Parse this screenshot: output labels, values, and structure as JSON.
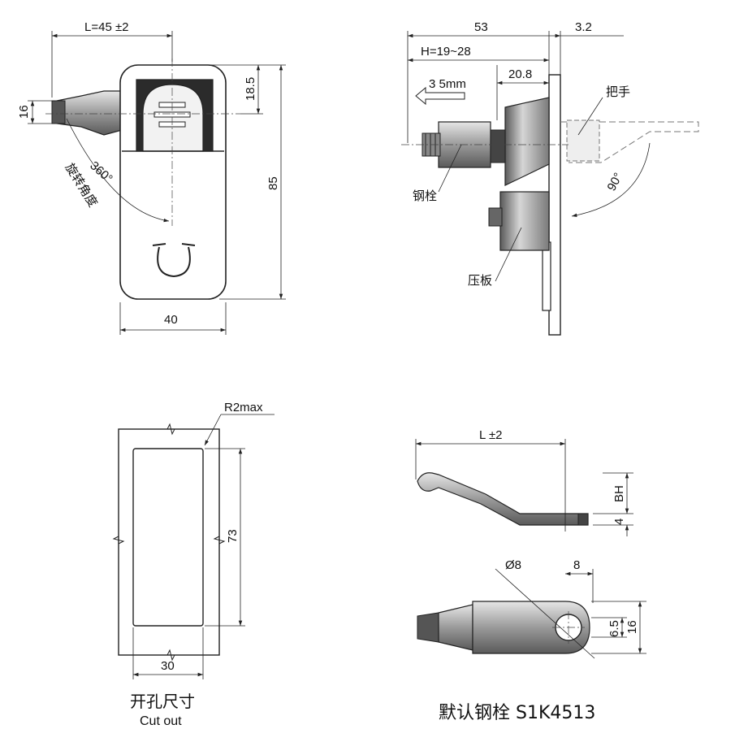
{
  "colors": {
    "line": "#222222",
    "shade": "#bdbdbd",
    "dark": "#333333",
    "background": "#ffffff"
  },
  "front_view": {
    "dim_L": "L=45 ±2",
    "dim_handle_width": "16",
    "dim_top": "18.5",
    "dim_height": "85",
    "dim_width": "40",
    "rotation_angle": "360°",
    "rotation_label": "旋转角度"
  },
  "side_view": {
    "dim_total": "53",
    "dim_plate": "3.2",
    "dim_H": "H=19~28",
    "dim_stroke": "20.8",
    "dim_move": "3 5mm",
    "angle": "90°",
    "label_handle": "把手",
    "label_bolt": "钢栓",
    "label_plate": "压板"
  },
  "cutout": {
    "dim_radius": "R2max",
    "dim_height": "73",
    "dim_width": "30",
    "caption_cn": "开孔尺寸",
    "caption_en": "Cut out"
  },
  "bolt_view": {
    "dim_L": "L ±2",
    "dim_BH": "BH",
    "dim_thickness": "4",
    "dim_hole": "Ø8",
    "dim_offset": "8",
    "dim_slot": "6.5",
    "dim_width": "16",
    "caption": "默认钢栓 S1K4513"
  }
}
